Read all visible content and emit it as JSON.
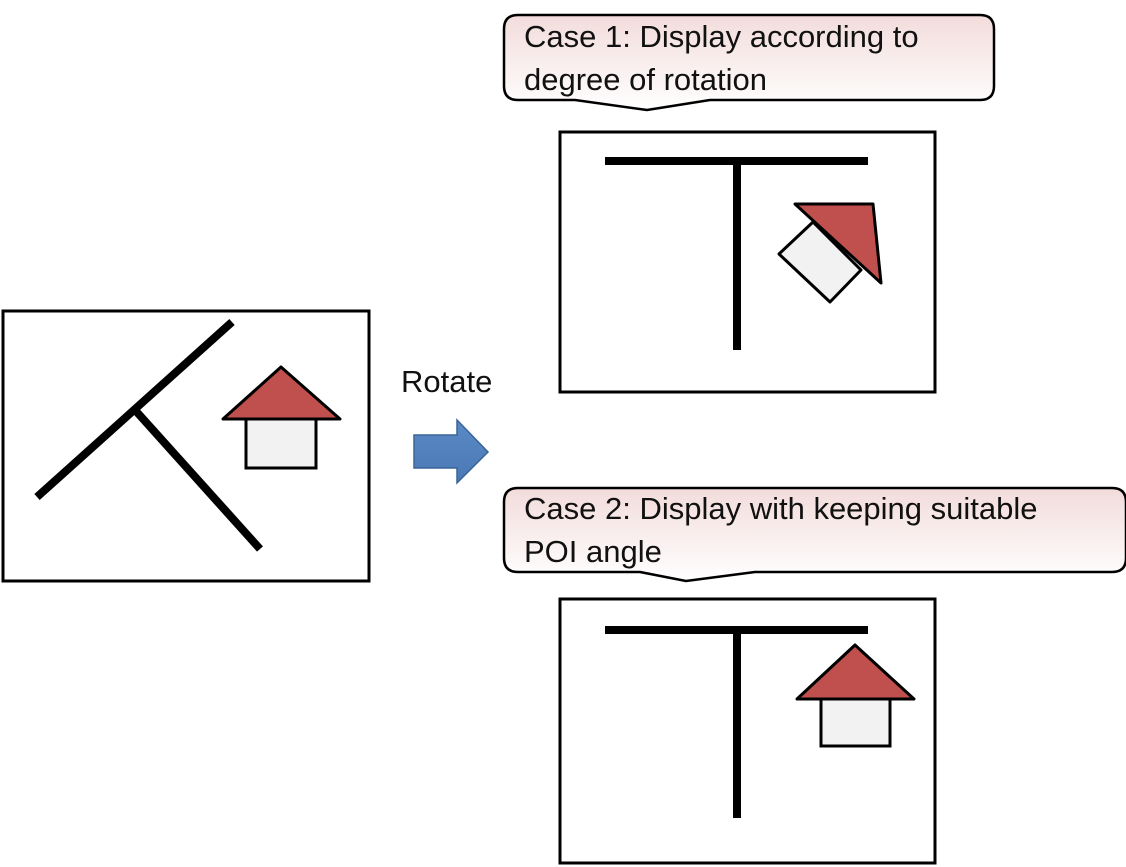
{
  "diagram": {
    "original_map": {
      "description": "Original map with diagonal roads and upright POI house"
    },
    "arrow": {
      "label": "Rotate",
      "icon": "right-arrow-icon",
      "color": "#4F81BD"
    },
    "case1": {
      "callout_line1": "Case 1: Display according to",
      "callout_line2": "degree of rotation",
      "poi_rotation_deg": 45
    },
    "case2": {
      "callout_line1": "Case 2: Display with keeping suitable",
      "callout_line2": "POI angle",
      "poi_rotation_deg": 0
    },
    "colors": {
      "roof": "#C0504D",
      "house_body": "#F2F2F2",
      "road": "#000000",
      "callout_top": "#F2DCDB",
      "callout_bottom": "#FFFFFF"
    },
    "icons": [
      "house-poi-icon",
      "road-icon",
      "right-arrow-icon"
    ]
  }
}
